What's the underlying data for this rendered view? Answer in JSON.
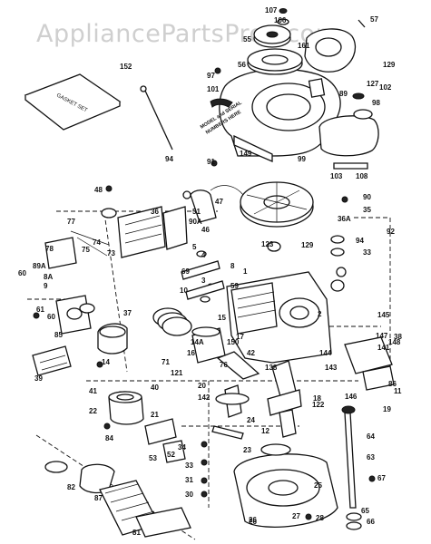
{
  "watermark": "AppliancePartsPros.com",
  "gasket_kit_label": "GASKET SET",
  "model_note": [
    "MODEL and SERIAL",
    "NUMBERS HERE"
  ],
  "callouts": [
    "107",
    "106",
    "57",
    "55",
    "161",
    "129",
    "56",
    "97",
    "127",
    "102",
    "89",
    "101",
    "98",
    "152",
    "103",
    "108",
    "99",
    "91",
    "149",
    "94",
    "48",
    "90",
    "47",
    "51",
    "36",
    "35",
    "90A",
    "46",
    "36A",
    "92",
    "77",
    "73",
    "74",
    "75",
    "123",
    "94",
    "78",
    "5",
    "4",
    "129",
    "33",
    "60",
    "89A",
    "69",
    "8",
    "9",
    "8A",
    "3",
    "10",
    "59",
    "61",
    "60",
    "1",
    "85",
    "2",
    "150",
    "37",
    "144",
    "145",
    "147",
    "148",
    "141",
    "86",
    "14",
    "15",
    "14A",
    "16",
    "17",
    "42",
    "138",
    "38",
    "143",
    "146",
    "11",
    "76",
    "71",
    "39",
    "121",
    "41",
    "40",
    "21",
    "20",
    "142",
    "19",
    "18",
    "122",
    "22",
    "24",
    "23",
    "12",
    "53",
    "52",
    "64",
    "63",
    "34",
    "33",
    "65",
    "82",
    "31",
    "25",
    "84",
    "87",
    "26",
    "27",
    "28",
    "66",
    "67",
    "30",
    "81",
    "26"
  ]
}
